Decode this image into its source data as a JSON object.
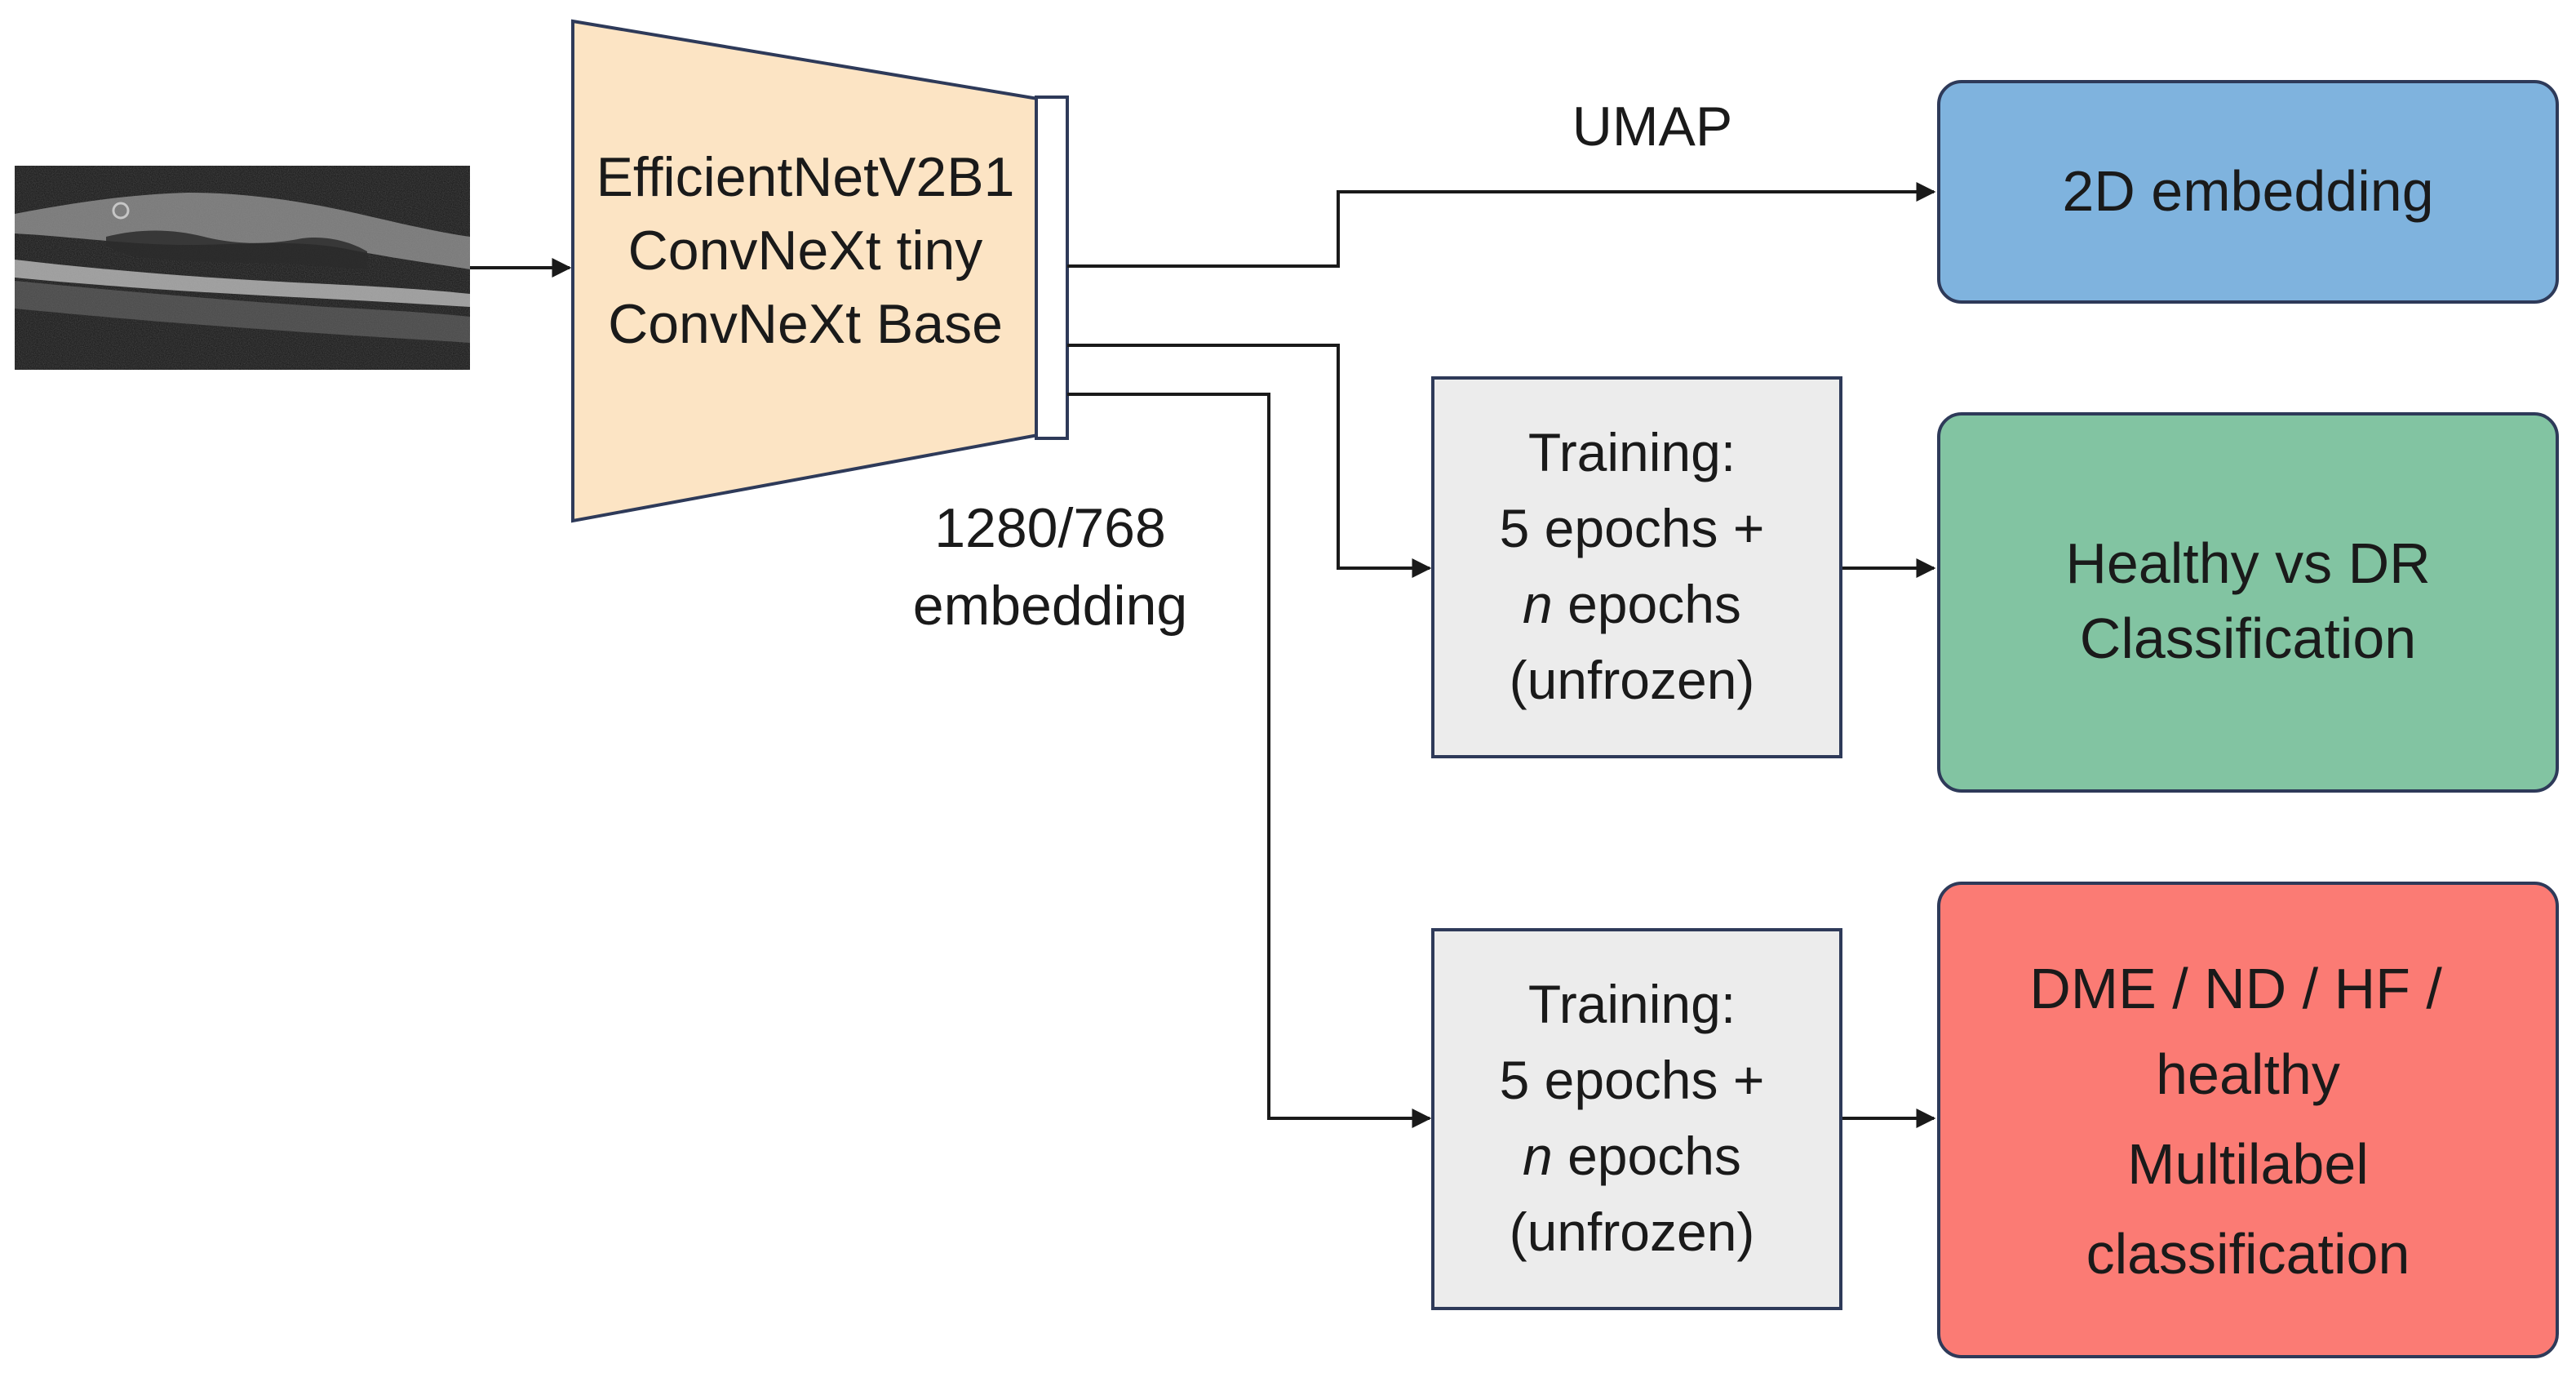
{
  "encoder": {
    "models": [
      "EfficientNetV2B1",
      "ConvNeXt tiny",
      "ConvNeXt Base"
    ],
    "fill": "#FCE4C4",
    "stroke": "#2E3A59"
  },
  "embedding_label": [
    "1280/768",
    "embedding"
  ],
  "umap_label": "UMAP",
  "output_2d": {
    "lines": [
      "2D embedding"
    ],
    "fill": "#7FB3DE"
  },
  "training_1": {
    "title": "Training:",
    "line2": "5 epochs +",
    "n": "n",
    "epochs": " epochs",
    "line4": "(unfrozen)",
    "fill": "#ECECEC"
  },
  "training_2": {
    "title": "Training:",
    "line2": "5 epochs +",
    "n": "n",
    "epochs": " epochs",
    "line4": "(unfrozen)",
    "fill": "#ECECEC"
  },
  "output_binary": {
    "lines": [
      "Healthy vs DR",
      "Classification"
    ],
    "fill": "#82C4A2"
  },
  "output_multilabel": {
    "lines": [
      "DME / ND / HF /",
      "healthy",
      "Multilabel",
      "classification"
    ],
    "fill": "#FB7B74"
  },
  "colors": {
    "box_stroke": "#2E3A59",
    "arrow": "#1A1A1A",
    "text": "#1A1A1A"
  }
}
